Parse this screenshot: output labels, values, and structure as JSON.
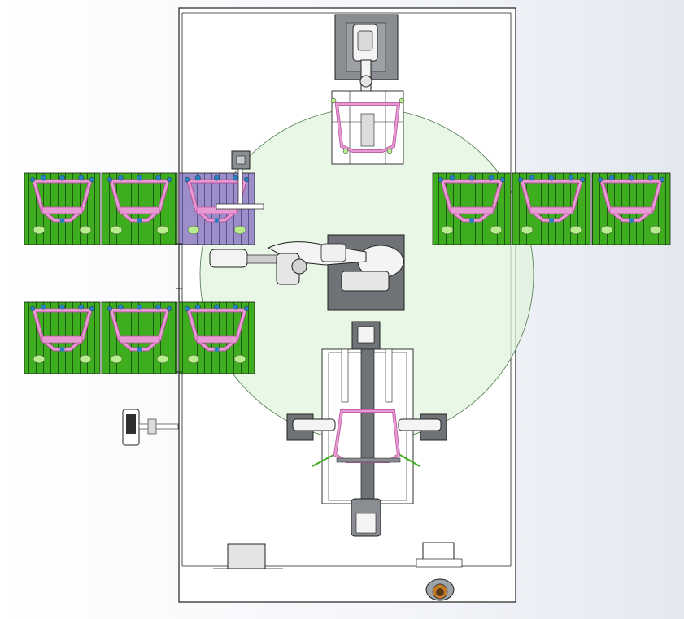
{
  "view": {
    "kind": "CAD top view",
    "background_color": "#eef1f6"
  },
  "colors": {
    "outline": "#202020",
    "reach_fill": "#dff3dc",
    "reach_stroke": "#4e7a4e",
    "fixture_green": "#3fae1e",
    "fixture_dark": "#1d5a10",
    "frame_pink": "#e79ad3",
    "frame_pink_dark": "#b5519c",
    "accent_blue": "#2a7fc1",
    "accent_lightgreen": "#b8ec8f",
    "robot_gray": "#8a8d92",
    "robot_base": "#6f7378",
    "robot_white": "#f4f4f4",
    "part_purple": "#b59adb",
    "operator": "#c07a2a"
  },
  "icons": {
    "operator": "operator-person-icon",
    "robot": "industrial-robot-icon"
  },
  "layout_groups": {
    "left_upper_racks": 3,
    "left_lower_racks": 3,
    "right_racks": 3
  }
}
